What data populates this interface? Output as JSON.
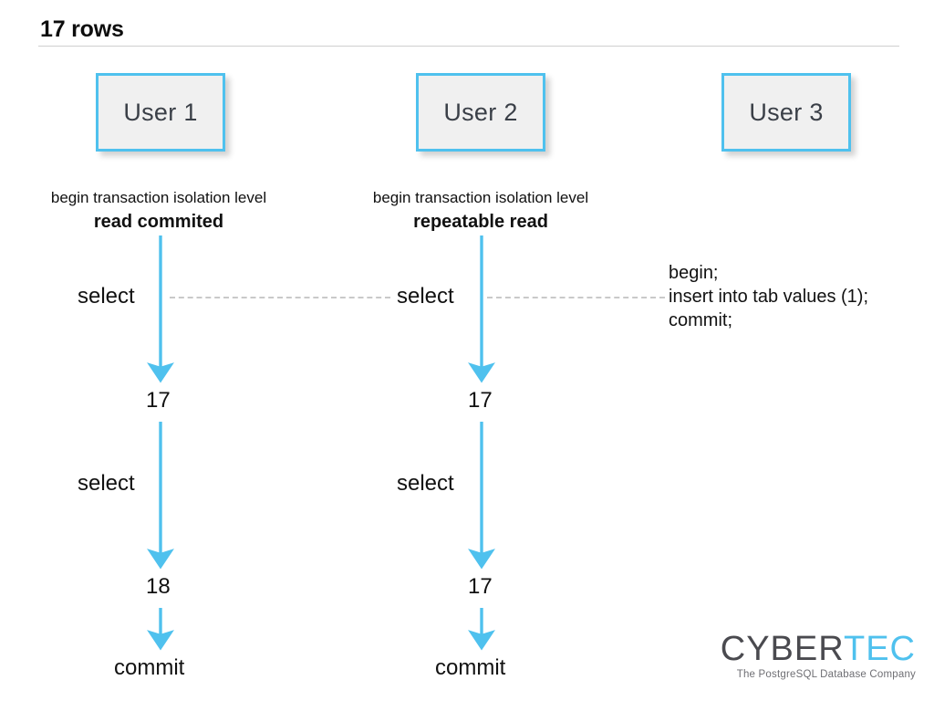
{
  "header": {
    "title": "17 rows"
  },
  "columns": [
    {
      "id": "user-1",
      "box_label": "User 1",
      "isolation": {
        "prefix": "begin transaction isolation level",
        "level": "read commited"
      },
      "steps": [
        {
          "name": "select-1",
          "text": "select"
        },
        {
          "name": "value-1",
          "text": "17"
        },
        {
          "name": "select-2",
          "text": "select"
        },
        {
          "name": "value-2",
          "text": "18"
        },
        {
          "name": "commit",
          "text": "commit"
        }
      ]
    },
    {
      "id": "user-2",
      "box_label": "User 2",
      "isolation": {
        "prefix": "begin transaction isolation level",
        "level": "repeatable read"
      },
      "steps": [
        {
          "name": "select-1",
          "text": "select"
        },
        {
          "name": "value-1",
          "text": "17"
        },
        {
          "name": "select-2",
          "text": "select"
        },
        {
          "name": "value-2",
          "text": "17"
        },
        {
          "name": "commit",
          "text": "commit"
        }
      ]
    },
    {
      "id": "user-3",
      "box_label": "User 3",
      "script": "begin;\ninsert into tab values (1);\ncommit;"
    }
  ],
  "logo": {
    "word_dark": "CYBER",
    "word_accent": "TEC",
    "tagline": "The PostgreSQL Database Company"
  },
  "colors": {
    "accent": "#4fc1ee",
    "box_fill": "#f0f0f0",
    "box_label_text": "#3a3f47",
    "dash_line": "#c9c9c9",
    "rule": "#cfcfcf",
    "logo_dark": "#4a4a4f",
    "logo_tagline": "#6f6f74",
    "text": "#111111"
  }
}
